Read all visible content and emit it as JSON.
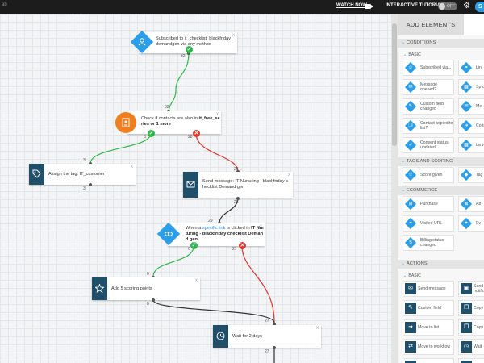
{
  "topbar": {
    "corner_text": "ab",
    "watch_now": "WATCH NOW",
    "interactive_tutorial": "INTERACTIVE TUTORIAL",
    "toggle_state": "OFF",
    "save_label": "S"
  },
  "canvas": {
    "nodes": {
      "start": {
        "text_1": "Subscribed to it_checklist_blackfriday_",
        "text_2": "demandgen via any method",
        "count_out": "32"
      },
      "check": {
        "text_1a": "Check if contacts are also in ",
        "text_1b": "it_free_se",
        "text_2": "ries or 1 more",
        "count_in": "32",
        "count_yes": "3",
        "count_no": "28"
      },
      "tag": {
        "text": "Assign the tag: IT_customer",
        "count_in": "3",
        "count_out": "3"
      },
      "send": {
        "text_1": "Send message: IT Nurturing - blackfriday c",
        "text_2": "hecklist Demand gen",
        "count_in": "28",
        "count_out": "28"
      },
      "link": {
        "text_1a": "When a ",
        "text_1b": "specific link",
        "text_1c": " is clicked in ",
        "text_1d": "IT Nur",
        "text_2": "turing - blackfriday checklist Deman",
        "text_3": "d gen",
        "count_in": "29",
        "count_yes": "0",
        "count_no": "27"
      },
      "score": {
        "text": "Add 5 scoring points",
        "count_in": "0",
        "count_out": "0"
      },
      "wait": {
        "text": "Wait for 2 days",
        "count_in": "27",
        "count_out": "27"
      }
    },
    "yes_symbol": "✓",
    "no_symbol": "✕",
    "close_symbol": "x"
  },
  "panel": {
    "tab_label": "ADD ELEMENTS",
    "sections": {
      "conditions": "CONDITIONS",
      "basic": "BASIC",
      "tags_scoring": "TAGS AND SCORING",
      "ecommerce": "ECOMMERCE",
      "actions": "ACTIONS",
      "actions_basic": "BASIC"
    },
    "condition_items": [
      {
        "label": "Subscribed via...",
        "icon": "person-icon",
        "glyph": "☺"
      },
      {
        "label": "Lin",
        "icon": "link-icon",
        "glyph": "⚭"
      },
      {
        "label": "Message opened?",
        "icon": "envelope-open-icon",
        "glyph": "✉"
      },
      {
        "label": "Sp oc",
        "icon": "calendar-icon",
        "glyph": "▦"
      },
      {
        "label": "Custom field changed",
        "icon": "field-icon",
        "glyph": "✎"
      },
      {
        "label": "Me",
        "icon": "message-icon",
        "glyph": "✉"
      },
      {
        "label": "Contact copied to list?",
        "icon": "copy-icon",
        "glyph": "❐"
      },
      {
        "label": "Co to",
        "icon": "move-icon",
        "glyph": "➜"
      },
      {
        "label": "Consent status updated",
        "icon": "consent-icon",
        "glyph": "✓"
      },
      {
        "label": "La va",
        "icon": "calendar-icon",
        "glyph": "▦"
      }
    ],
    "tag_items": [
      {
        "label": "Score given",
        "icon": "star-icon",
        "glyph": "☆"
      },
      {
        "label": "Tag",
        "icon": "tag-icon",
        "glyph": "◆"
      }
    ],
    "ecommerce_items": [
      {
        "label": "Purchase",
        "icon": "cart-icon",
        "glyph": "⊞"
      },
      {
        "label": "Ab",
        "icon": "cart-abandon-icon",
        "glyph": "⊠"
      },
      {
        "label": "Visited URL",
        "icon": "url-icon",
        "glyph": "⚭"
      },
      {
        "label": "Ev",
        "icon": "event-icon",
        "glyph": "✦"
      },
      {
        "label": "Billing status changed",
        "icon": "billing-icon",
        "glyph": "$"
      }
    ],
    "action_items": [
      {
        "label": "Send message",
        "icon": "send-icon",
        "glyph": "✉"
      },
      {
        "label": "Send notific",
        "icon": "notification-icon",
        "glyph": "▣"
      },
      {
        "label": "Custom field",
        "icon": "field-icon",
        "glyph": "✎"
      },
      {
        "label": "Copy",
        "icon": "copy-icon",
        "glyph": "❐"
      },
      {
        "label": "Move to list",
        "icon": "move-icon",
        "glyph": "➜"
      },
      {
        "label": "Copy",
        "icon": "copy-icon",
        "glyph": "❐"
      },
      {
        "label": "Move to workflow",
        "icon": "workflow-icon",
        "glyph": "⇄"
      },
      {
        "label": "Wait",
        "icon": "clock-icon",
        "glyph": "◷"
      },
      {
        "label": "",
        "icon": "generic-icon",
        "glyph": ""
      },
      {
        "label": "",
        "icon": "generic-icon",
        "glyph": ""
      }
    ]
  }
}
